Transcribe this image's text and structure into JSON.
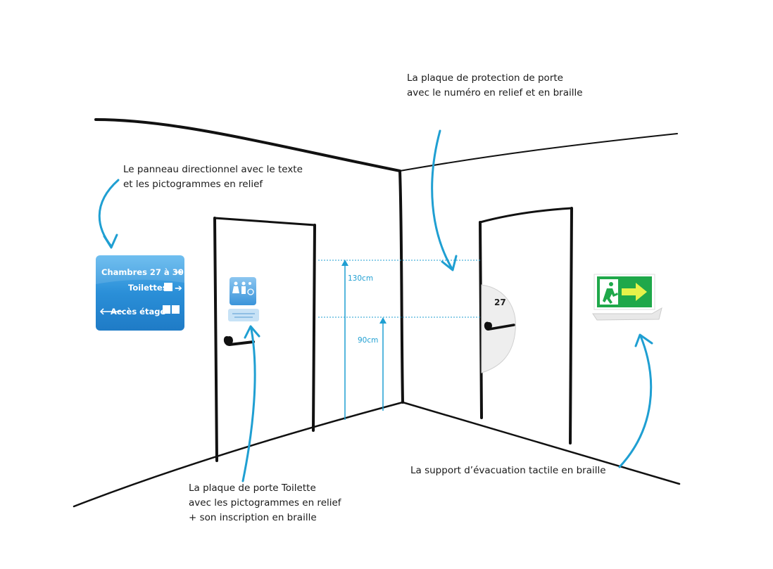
{
  "captions": {
    "directional_panel": {
      "line1": "Le panneau directionnel avec le texte",
      "line2": "et les pictogrammes en relief"
    },
    "door_protection_plate": {
      "line1": "La plaque de protection de porte",
      "line2": "avec le numéro en relief et en braille"
    },
    "toilet_door_plate": {
      "line1": "La plaque de porte Toilette",
      "line2": "avec les pictogrammes en relief",
      "line3": "+ son inscription en braille"
    },
    "evacuation_support": {
      "line1": "La support d’évacuation tactile en braille"
    }
  },
  "directional_sign": {
    "row1": "Chambres 27 à 30",
    "row2": "Toilettes",
    "row3": "Accès étage"
  },
  "measurements": {
    "upper": "130cm",
    "lower": "90cm"
  },
  "door_number": "27",
  "colors": {
    "accent": "#1f9fd2",
    "sign_blue": "#2a8fd8",
    "exit_green": "#1fa84a",
    "line": "#111111"
  }
}
